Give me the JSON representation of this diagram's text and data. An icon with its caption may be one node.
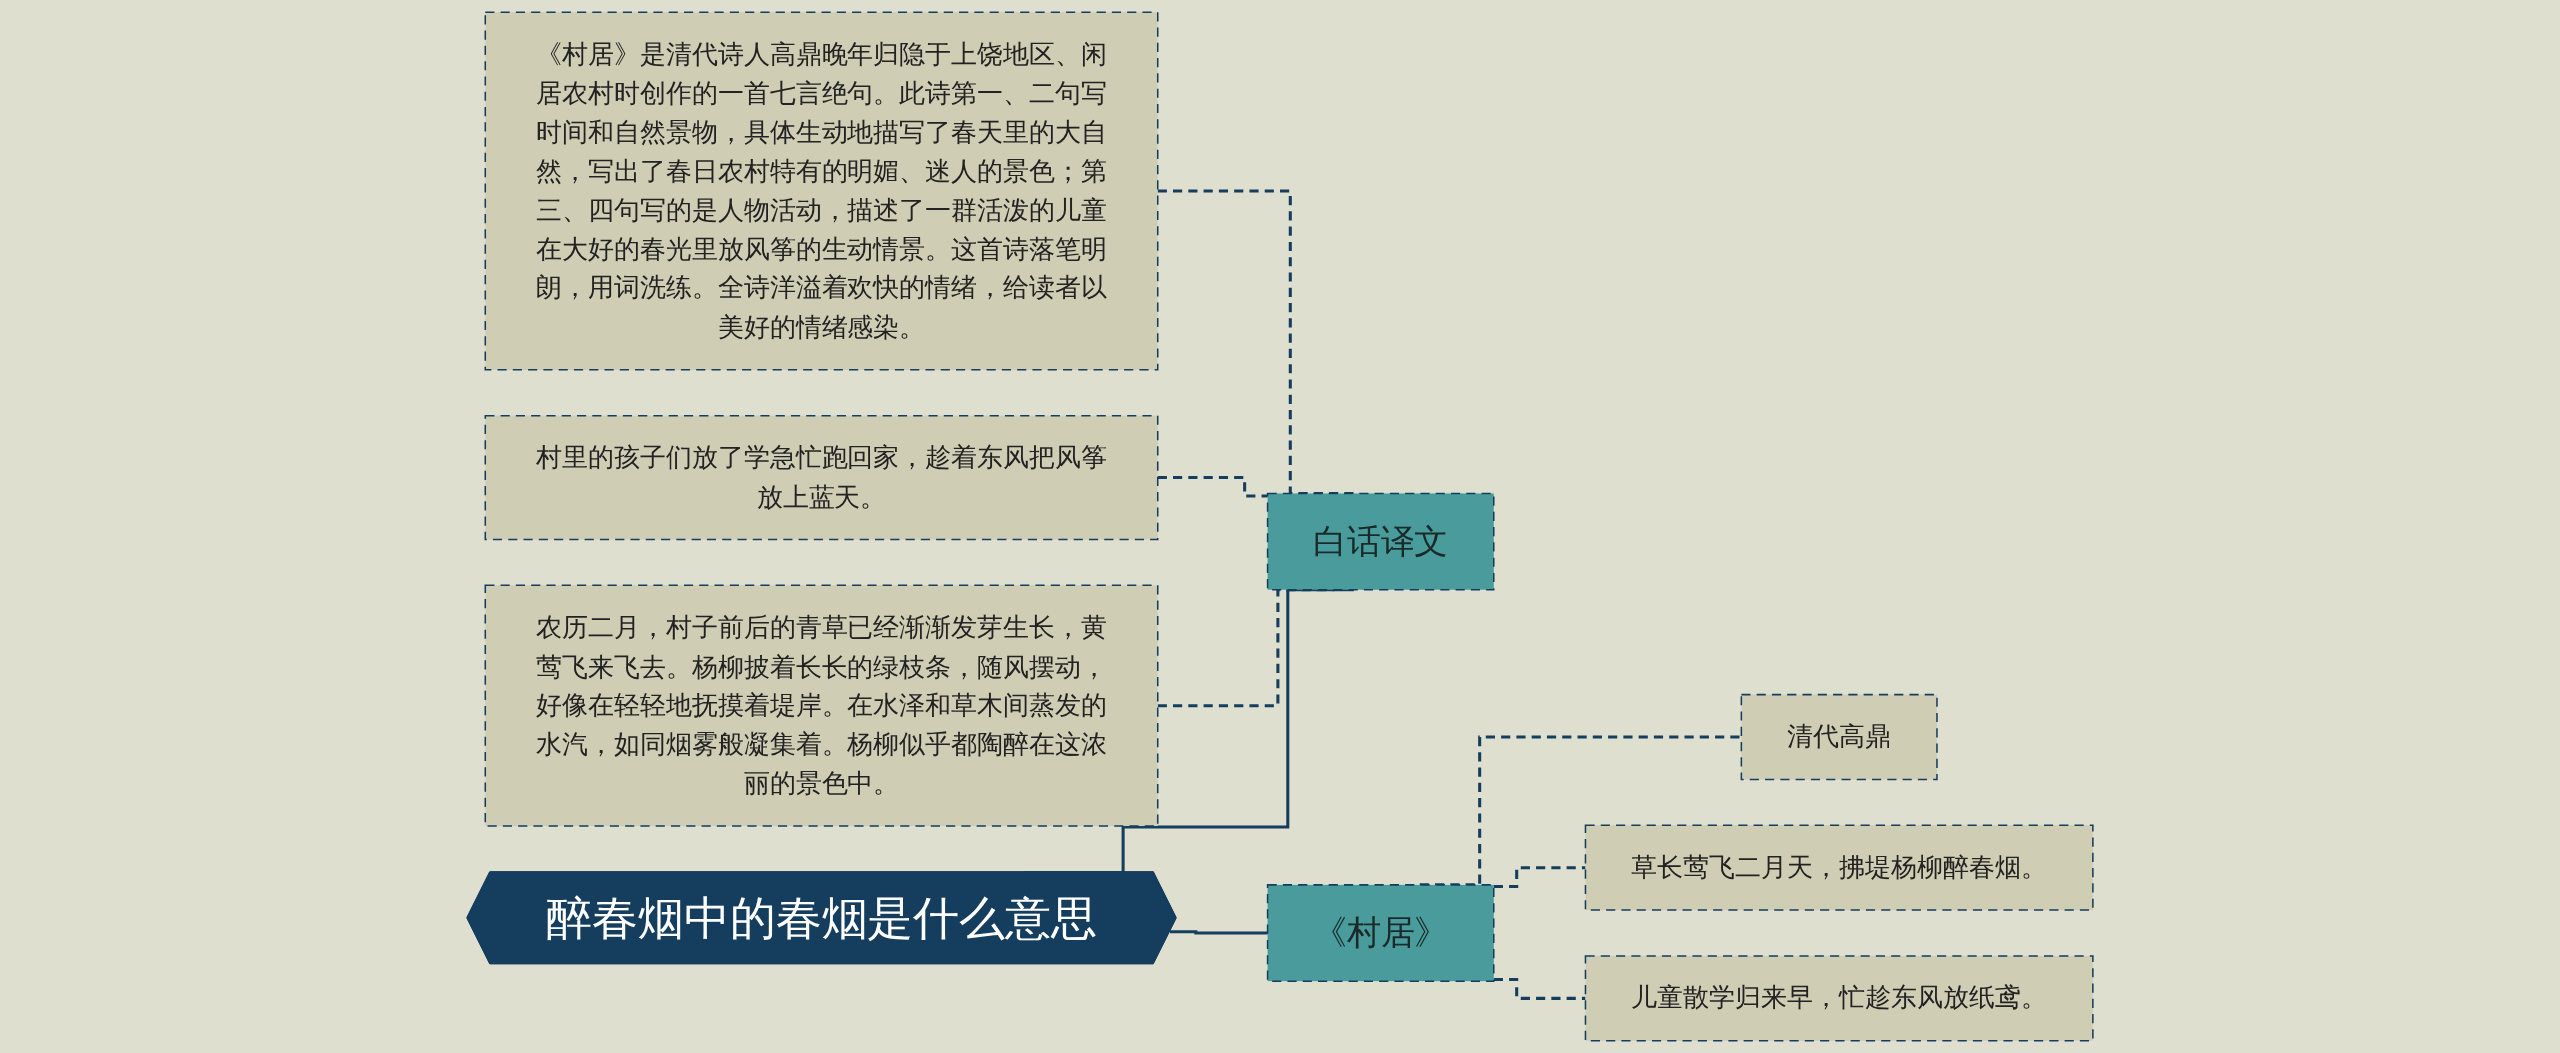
{
  "diagram": {
    "nodes": [
      {
        "text": [
          "醉春烟中的春烟是什么意思"
        ]
      },
      {
        "text": [
          "白话译文"
        ]
      },
      {
        "text": [
          "农历二月，村子前后的青草已经渐渐发芽生长，黄莺飞来飞去。杨柳披着长长的绿枝条，随风摆动，好像在轻轻地抚摸着堤岸。在水泽和草木间蒸发的水汽，如同烟雾般凝集着。杨柳似乎都陶醉在这浓丽的景色中。"
        ]
      },
      {
        "text": [
          "村里的孩子们放了学急忙跑回家，趁着东风把风筝放上蓝天。"
        ]
      },
      {
        "text": [
          "《村居》是清代诗人高鼎晚年归隐于上饶地区、闲居农村时创作的一首七言绝句。此诗第一、二句写时间和自然景物，具体生动地描写了春天里的大自然，写出了春日农村特有的明媚、迷人的景色；第三、四句写的是人物活动，描述了一群活泼的儿童在大好的春光里放风筝的生动情景。这首诗落笔明朗，用词洗练。全诗洋溢着欢快的情绪，给读者以美好的情绪感染。"
        ]
      },
      {
        "text": [
          "《村居》"
        ]
      },
      {
        "text": [
          "清代高鼎"
        ]
      },
      {
        "text": [
          "草长莺飞二月天，拂堤杨柳醉春烟。"
        ]
      },
      {
        "text": [
          "儿童散学归来早，忙趁东风放纸鸢。"
        ]
      }
    ],
    "edges": [
      {
        "from": 0,
        "to": 1,
        "arrow": "none"
      },
      {
        "from": 1,
        "to": 2,
        "arrow": "none",
        "style": "dashed"
      },
      {
        "from": 1,
        "to": 3,
        "arrow": "none",
        "style": "dashed"
      },
      {
        "from": 1,
        "to": 4,
        "arrow": "none",
        "style": "dashed"
      },
      {
        "from": 0,
        "to": 5,
        "arrow": "none"
      },
      {
        "from": 5,
        "to": 6,
        "arrow": "none",
        "style": "dashed"
      },
      {
        "from": 5,
        "to": 7,
        "arrow": "none",
        "style": "dashed"
      },
      {
        "from": 5,
        "to": 8,
        "arrow": "none",
        "style": "dashed"
      }
    ]
  }
}
